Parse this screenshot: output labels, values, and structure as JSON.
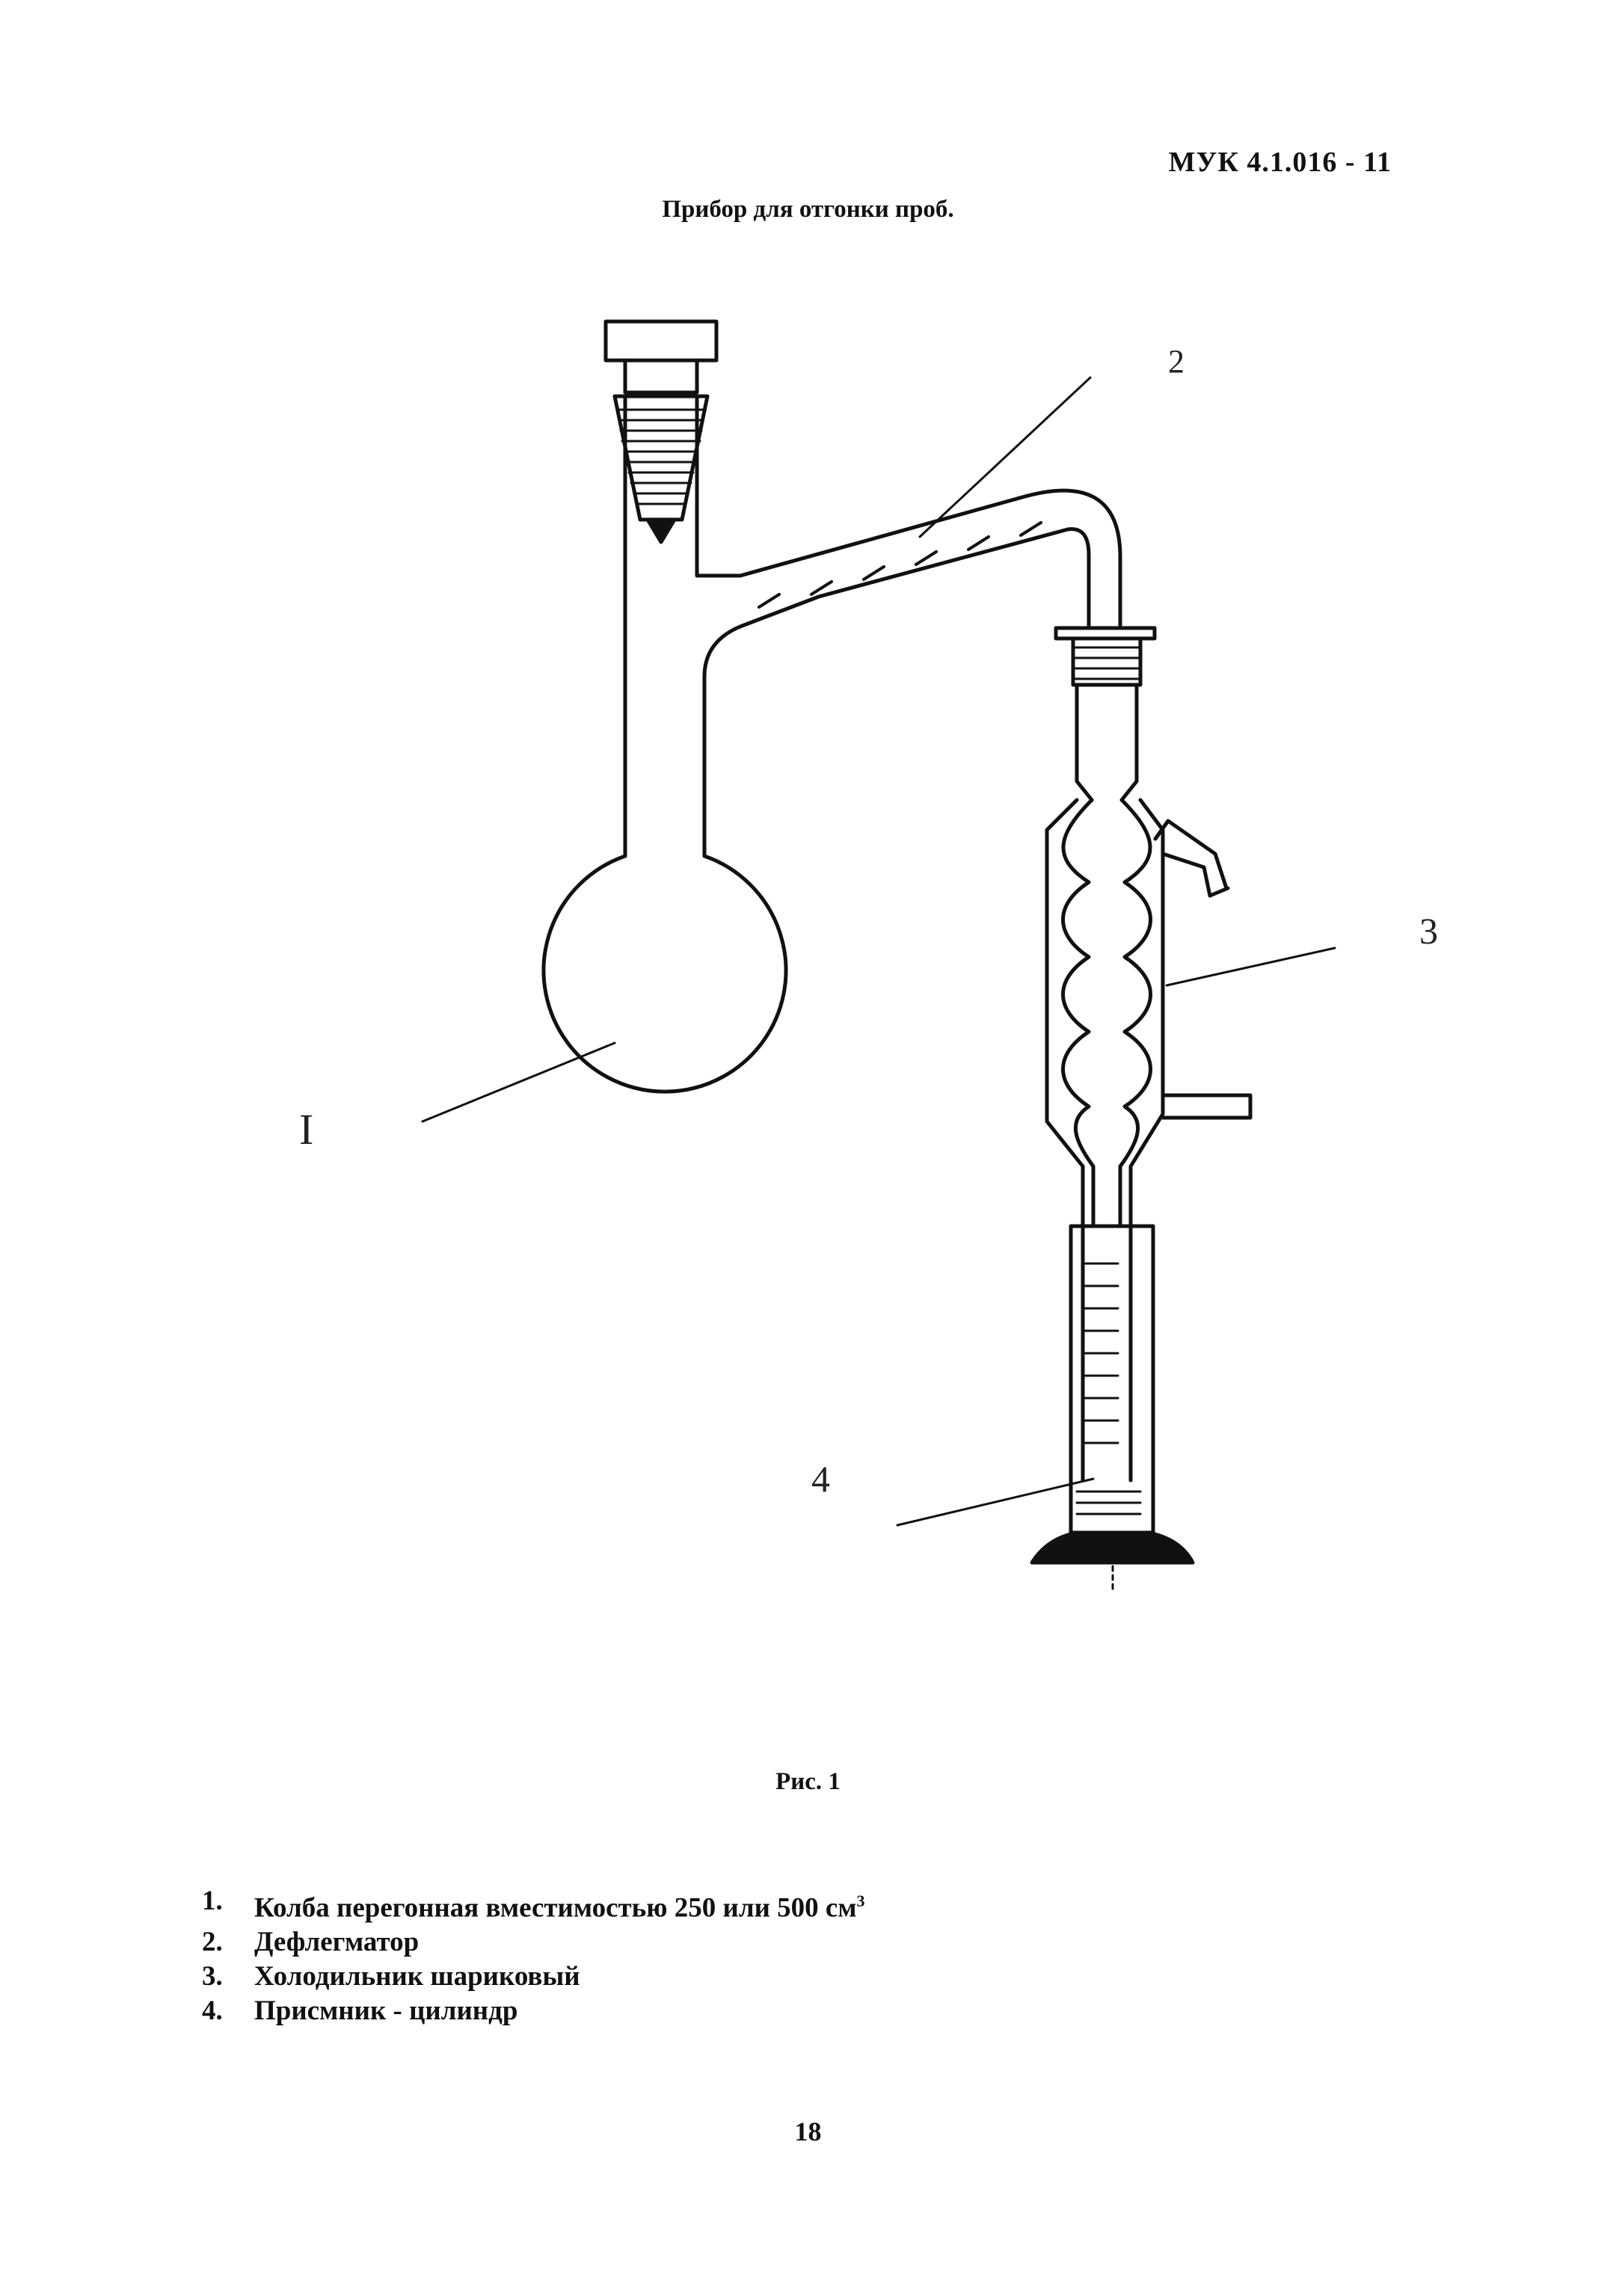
{
  "header": {
    "doc_code": "МУК 4.1.016 - 11"
  },
  "figure": {
    "title": "Прибор для отгонки проб.",
    "caption": "Рис. 1",
    "callouts": [
      {
        "label": "I",
        "target": "flask"
      },
      {
        "label": "2",
        "target": "dephlegmator"
      },
      {
        "label": "3",
        "target": "condenser"
      },
      {
        "label": "4",
        "target": "receiver-cylinder"
      }
    ]
  },
  "legend": [
    {
      "num": "1.",
      "text": "Колба перегонная вместимостью 250 или 500 см",
      "sup": "3"
    },
    {
      "num": "2.",
      "text": "Дефлегматор",
      "sup": ""
    },
    {
      "num": "3.",
      "text": "Холодильник шариковый",
      "sup": ""
    },
    {
      "num": "4.",
      "text": "Присмник - цилиндр",
      "sup": ""
    }
  ],
  "footer": {
    "page_number": "18"
  },
  "colors": {
    "ink": "#111111",
    "paper": "#ffffff"
  }
}
